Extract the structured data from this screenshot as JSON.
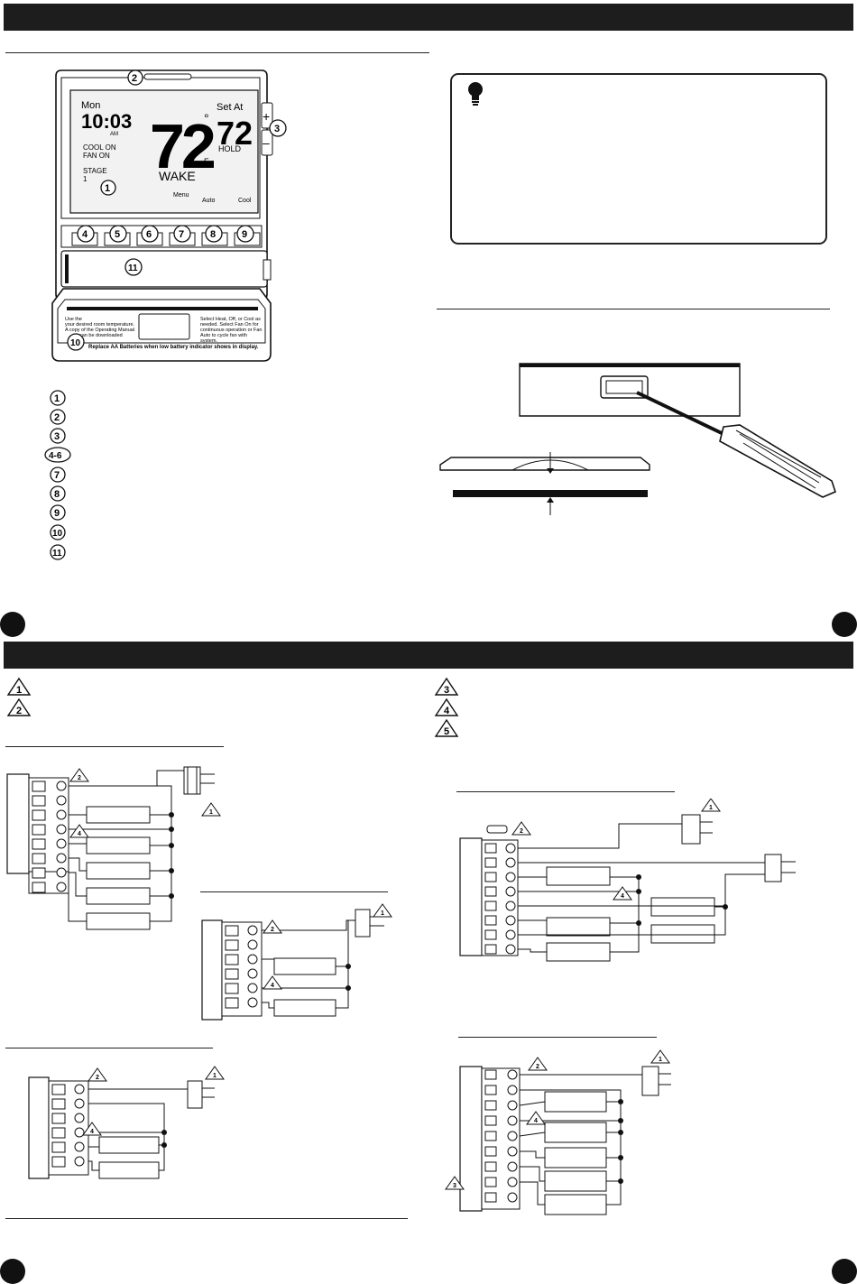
{
  "thermostat": {
    "day": "Mon",
    "time": "10:03",
    "ampm": "AM",
    "temp": "72",
    "deg": "°",
    "unit": "F",
    "set_at": "Set At",
    "set_temp": "72",
    "hold": "HOLD",
    "cool_on": "COOL ON",
    "fan_on": "FAN ON",
    "stage": "STAGE",
    "stage_num": "1",
    "program": "WAKE",
    "menu": "Menu",
    "fan_mode": "Auto",
    "sys_mode": "Cool",
    "plus": "+",
    "minus": "–",
    "label_left_1": "Use the",
    "label_left_2": "your desired room temperature.",
    "label_left_3": "A copy of the Operating Manual",
    "label_left_4": "can be downloaded",
    "label_right_1": "Select Heat, Off, or Cool as",
    "label_right_2": "needed. Select Fan On for",
    "label_right_3": "continuous operation or Fan",
    "label_right_4": "Auto to cycle fan with",
    "label_right_5": "system.",
    "battery_note": "Replace AA Batteries when low battery indicator shows in display."
  },
  "callouts": [
    "1",
    "2",
    "3",
    "4",
    "5",
    "6",
    "7",
    "8",
    "9",
    "10",
    "11"
  ],
  "legend": [
    "1",
    "2",
    "3",
    "4-6",
    "7",
    "8",
    "9",
    "10",
    "11"
  ],
  "warnings_left": [
    "1",
    "2"
  ],
  "warnings_right": [
    "3",
    "4",
    "5"
  ],
  "diagram_marks": {
    "one": "1",
    "two": "2",
    "three": "3",
    "four": "4"
  }
}
